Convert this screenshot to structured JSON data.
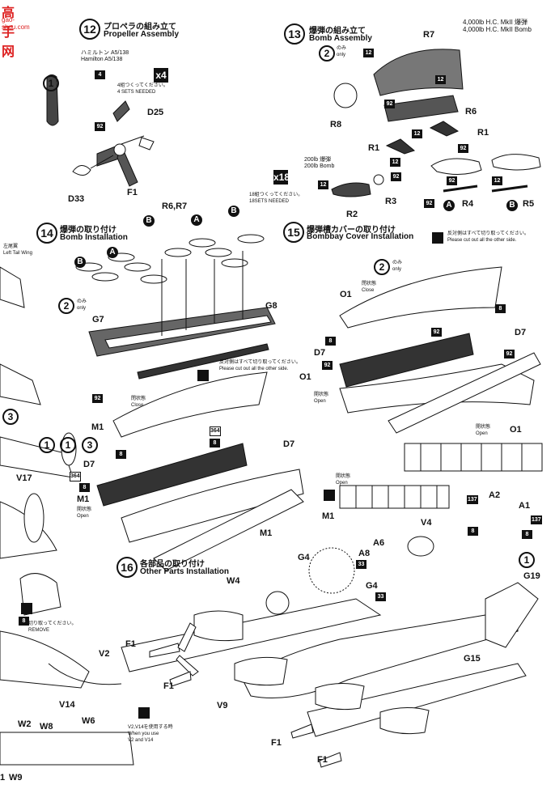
{
  "watermark": {
    "title": "高手网",
    "url": "gao-shou.com"
  },
  "steps": {
    "s12": {
      "num": "12",
      "jp": "プロペラの組み立て",
      "en": "Propeller Assembly",
      "note_jp": "ハミルトン A5/138",
      "note_en": "Hamilton A5/138",
      "count_jp": "4組つくってください。",
      "count_en": "4 SETS NEEDED",
      "mult": "x4",
      "parts": [
        "D25",
        "D33",
        "F1"
      ],
      "qty_a": "4",
      "qty_b": "92",
      "circled": "1"
    },
    "s13": {
      "num": "13",
      "jp": "爆弾の組み立て",
      "en": "Bomb Assembly",
      "only_jp": "のみ",
      "only_en": "only",
      "circled": "2",
      "title_r1": "4,000lb H.C. MkII 爆弾",
      "title_r2": "4,000lb H.C. MkII Bomb",
      "sub1": "200lb 爆弾",
      "sub2": "200lb Bomb",
      "sets_jp": "18組つくってください。",
      "sets_en": "18SETS NEEDED",
      "mult": "x18",
      "parts": [
        "R7",
        "R6",
        "R8",
        "R1",
        "R1",
        "R3",
        "R2",
        "R4",
        "R5"
      ],
      "refs": [
        "12",
        "12",
        "92",
        "12",
        "92",
        "12",
        "92",
        "92",
        "12",
        "92",
        "12"
      ],
      "letters": [
        "A",
        "B"
      ]
    },
    "s14": {
      "num": "14",
      "jp": "爆弾の取り付け",
      "en": "Bomb Installation",
      "left_wing_jp": "左尾翼",
      "left_wing_en": "Left Tail Wing",
      "parts": [
        "R6,R7",
        "G7",
        "G8"
      ],
      "letters": [
        "B",
        "A",
        "B",
        "A",
        "B"
      ],
      "only_jp": "のみ",
      "only_en": "only",
      "circled": "2",
      "ref": "92"
    },
    "s15": {
      "num": "15",
      "jp": "爆弾槽カバーの取り付け",
      "en": "Bombbay Cover Installation",
      "cut_jp": "反対側はすべて切り取ってください。",
      "cut_en": "Please cut out all the other side.",
      "close_jp": "閉状態",
      "close_en": "Close",
      "open_jp": "開状態",
      "open_en": "Open",
      "parts": [
        "O1",
        "O1",
        "O1",
        "D7",
        "D7"
      ],
      "refs": [
        "8",
        "8",
        "92",
        "92",
        "92"
      ],
      "only_jp": "のみ",
      "only_en": "only",
      "circled": "2"
    },
    "mid": {
      "cut_jp": "反対側はすべて切り取ってください。",
      "cut_en": "Please cut out all the other side.",
      "close_jp": "閉状態",
      "close_en": "Close",
      "open_jp": "開状態",
      "open_en": "Open",
      "parts": [
        "M1",
        "M1",
        "M1",
        "M1",
        "D7",
        "D7"
      ],
      "refs": [
        "8",
        "364",
        "8",
        "364",
        "8"
      ],
      "circled": [
        "1",
        "3"
      ],
      "open2_jp": "開状態",
      "open2_en": "Open"
    },
    "s16": {
      "num": "16",
      "jp": "各部品の取り付け",
      "en": "Other Parts Installation",
      "parts": [
        "W4",
        "F1",
        "F1",
        "V9",
        "G4",
        "G4",
        "A8",
        "A6",
        "V4",
        "A2",
        "A1",
        "G19",
        "G15",
        "F1",
        "F1"
      ],
      "refs": [
        "137",
        "8",
        "137",
        "8",
        "33",
        "33"
      ],
      "circled": "1"
    },
    "left": {
      "remove_jp": "切り取ってください。",
      "remove_en": "REMOVE",
      "use_jp": "V2,V14を使用する時",
      "use_en1": "When you use",
      "use_en2": "V2 and V14",
      "parts": [
        "V17",
        "V2",
        "V14",
        "W2",
        "W8",
        "W6",
        "W9",
        "1"
      ],
      "refs": [
        "364",
        "8",
        "8"
      ],
      "circled": [
        "1",
        "3",
        "3"
      ]
    }
  }
}
